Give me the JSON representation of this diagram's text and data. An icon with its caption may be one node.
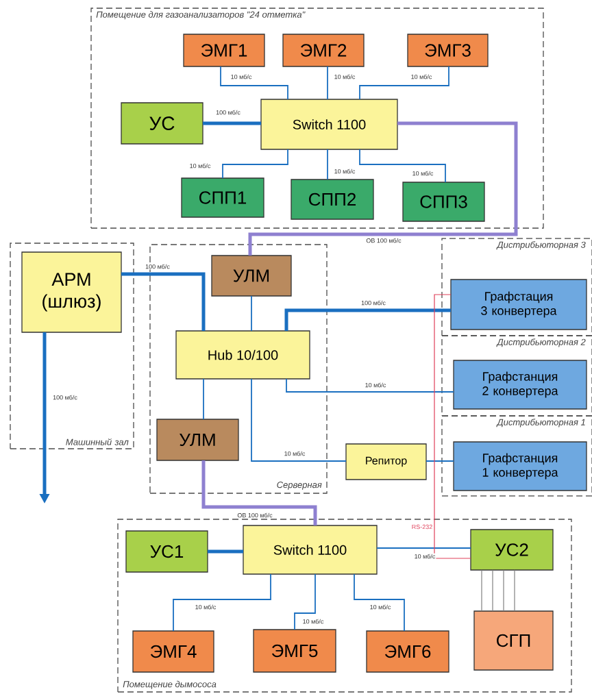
{
  "diagram": {
    "nodes": [
      {
        "text": [
          "Помещение для газоанализаторов \"24 отметка\""
        ]
      },
      {
        "text": [
          "ЭМГ1"
        ],
        "in": 0
      },
      {
        "text": [
          "ЭМГ2"
        ],
        "in": 0
      },
      {
        "text": [
          "ЭМГ3"
        ],
        "in": 0
      },
      {
        "text": [
          "УС"
        ],
        "in": 0
      },
      {
        "text": [
          "Switch 1100"
        ],
        "in": 0
      },
      {
        "text": [
          "СПП1"
        ],
        "in": 0
      },
      {
        "text": [
          "СПП2"
        ],
        "in": 0
      },
      {
        "text": [
          "СПП3"
        ],
        "in": 0
      },
      {
        "text": [
          "Машинный зал"
        ]
      },
      {
        "text": [
          "АРМ (шлюз)"
        ],
        "in": 9
      },
      {
        "text": [
          "Серверная"
        ]
      },
      {
        "text": [
          "УЛМ"
        ],
        "in": 11
      },
      {
        "text": [
          "Hub 10/100"
        ],
        "in": 11
      },
      {
        "text": [
          "УЛМ"
        ],
        "in": 11
      },
      {
        "text": [
          "Дистрибьюторная 3"
        ]
      },
      {
        "text": [
          "Графстация 3 конвертера"
        ],
        "in": 15
      },
      {
        "text": [
          "Дистрибьюторная 2"
        ]
      },
      {
        "text": [
          "Графстанция 2 конвертера"
        ],
        "in": 17
      },
      {
        "text": [
          "Дистрибьюторная 1"
        ]
      },
      {
        "text": [
          "Графстанция 1 конвертера"
        ],
        "in": 19
      },
      {
        "text": [
          "Репитор"
        ]
      },
      {
        "text": [
          "Помещение дымососа"
        ]
      },
      {
        "text": [
          "УС1"
        ],
        "in": 22
      },
      {
        "text": [
          "Switch 1100"
        ],
        "in": 22
      },
      {
        "text": [
          "УС2"
        ],
        "in": 22
      },
      {
        "text": [
          "СГП"
        ],
        "in": 22
      },
      {
        "text": [
          "ЭМГ4"
        ],
        "in": 22
      },
      {
        "text": [
          "ЭМГ5"
        ],
        "in": 22
      },
      {
        "text": [
          "ЭМГ6"
        ],
        "in": 22
      }
    ],
    "edges": [
      {
        "from": 1,
        "to": 5,
        "arrow": "none",
        "label": "10 мб/с"
      },
      {
        "from": 2,
        "to": 5,
        "arrow": "none",
        "label": "10 мб/с"
      },
      {
        "from": 3,
        "to": 5,
        "arrow": "none",
        "label": "10 мб/с"
      },
      {
        "from": 4,
        "to": 5,
        "arrow": "none",
        "label": "100 мб/с",
        "style": "thick"
      },
      {
        "from": 5,
        "to": 6,
        "arrow": "none",
        "label": "10 мб/с"
      },
      {
        "from": 5,
        "to": 7,
        "arrow": "none",
        "label": "10 мб/с"
      },
      {
        "from": 5,
        "to": 8,
        "arrow": "none",
        "label": "10 мб/с"
      },
      {
        "from": 5,
        "to": 12,
        "arrow": "none",
        "label": "ОВ 100 мб/с",
        "style": "thick",
        "color": "#8e80d0"
      },
      {
        "from": 10,
        "to": 13,
        "arrow": "none",
        "label": "100 мб/с",
        "style": "thick"
      },
      {
        "from": 12,
        "to": 13,
        "arrow": "none"
      },
      {
        "from": 13,
        "to": 16,
        "arrow": "none",
        "label": "100 мб/с",
        "style": "thick"
      },
      {
        "from": 13,
        "to": 18,
        "arrow": "none",
        "label": "10 мб/с"
      },
      {
        "from": 13,
        "to": 21,
        "arrow": "none",
        "label": "10 мб/с"
      },
      {
        "from": 13,
        "to": 14,
        "arrow": "none"
      },
      {
        "from": 21,
        "to": 20,
        "arrow": "none"
      },
      {
        "from": 14,
        "to": 24,
        "arrow": "none",
        "label": "ОВ 100 мб/с",
        "style": "thick",
        "color": "#8e80d0"
      },
      {
        "from": 23,
        "to": 24,
        "arrow": "none",
        "style": "thick"
      },
      {
        "from": 24,
        "to": 25,
        "arrow": "none",
        "label": "10 мб/с"
      },
      {
        "from": 25,
        "to": 16,
        "arrow": "none",
        "label": "RS-232",
        "color": "#e0405a"
      },
      {
        "from": 25,
        "to": 26,
        "arrow": "none",
        "color": "#808080"
      },
      {
        "from": 25,
        "to": 26,
        "arrow": "none",
        "color": "#808080"
      },
      {
        "from": 25,
        "to": 26,
        "arrow": "none",
        "color": "#808080"
      },
      {
        "from": 25,
        "to": 26,
        "arrow": "none",
        "color": "#808080"
      },
      {
        "from": 24,
        "to": 27,
        "arrow": "none",
        "label": "10 мб/с"
      },
      {
        "from": 24,
        "to": 28,
        "arrow": "none",
        "label": "10 мб/с"
      },
      {
        "from": 24,
        "to": 29,
        "arrow": "none",
        "label": "10 мб/с"
      },
      {
        "from": 10,
        "to": null,
        "arrow": "to",
        "label": "100 мб/с",
        "style": "thick"
      }
    ]
  }
}
